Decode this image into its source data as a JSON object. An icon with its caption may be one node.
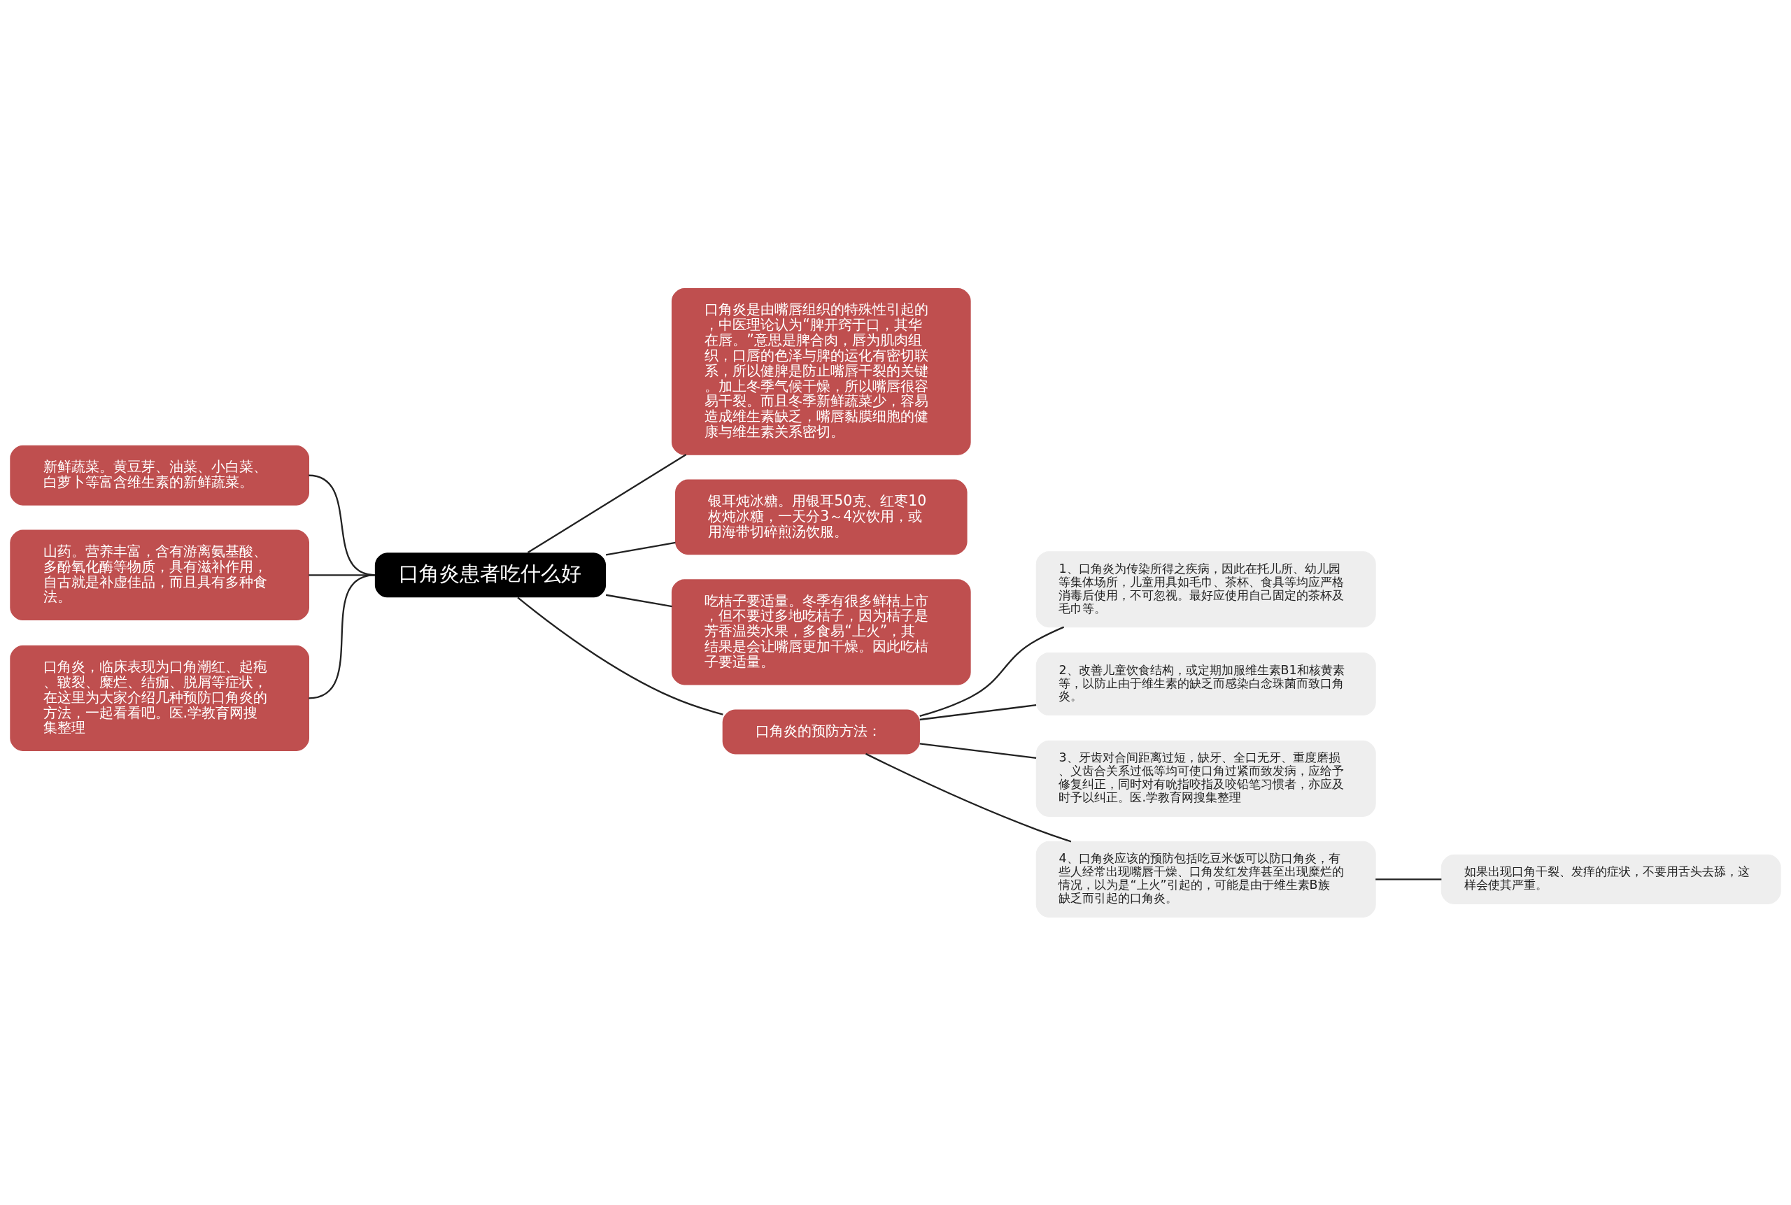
{
  "diagram": {
    "nodes": [
      {
        "text": [
          "口角炎患者吃什么好"
        ]
      },
      {
        "text": [
          "新鲜蔬菜。黄豆芽、油菜、小白菜、白萝卜等富含维生素的新鲜蔬菜。"
        ]
      },
      {
        "text": [
          "山药。营养丰富，含有游离氨基酸、多酚氧化酶等物质，具有滋补作用，自古就是补虚佳品，而且具有多种食法。"
        ]
      },
      {
        "text": [
          "口角炎，临床表现为口角潮红、起疱、皲裂、糜烂、结痂、脱屑等症状，在这里为大家介绍几种预防口角炎的方法，一起看看吧。医.学教育网搜集整理"
        ]
      },
      {
        "text": [
          "口角炎是由嘴唇组织的特殊性引起的，中医理论认为“脾开窍于口，其华在唇。”意思是脾合肉，唇为肌肉组织，口唇的色泽与脾的运化有密切联系，所以健脾是防止嘴唇干裂的关键。加上冬季气候干燥，所以嘴唇很容易干裂。而且冬季新鲜蔬菜少，容易造成维生素缺乏，嘴唇黏膜细胞的健康与维生素关系密切。"
        ]
      },
      {
        "text": [
          "银耳炖冰糖。用银耳50克、红枣10枚炖冰糖，一天分3～4次饮用，或用海带切碎煎汤饮服。"
        ]
      },
      {
        "text": [
          "吃桔子要适量。冬季有很多鲜桔上市，但不要过多地吃桔子，因为桔子是芳香温类水果，多食易“上火”，其结果是会让嘴唇更加干燥。因此吃桔子要适量。"
        ]
      },
      {
        "text": [
          "口角炎的预防方法："
        ]
      },
      {
        "text": [
          "1、口角炎为传染所得之疾病，因此在托儿所、幼儿园等集体场所，儿童用具如毛巾、茶杯、食具等均应严格消毒后使用，不可忽视。最好应使用自己固定的茶杯及毛巾等。"
        ]
      },
      {
        "text": [
          "2、改善儿童饮食结构，或定期加服维生素B1和核黄素等，以防止由于维生素的缺乏而感染白念珠菌而致口角炎。"
        ]
      },
      {
        "text": [
          "3、牙齿对合间距离过短，缺牙、全口无牙、重度磨损、义齿合关系过低等均可使口角过紧而致发病，应给予修复纠正，同时对有吮指咬指及咬铅笔习惯者，亦应及时予以纠正。医.学教育网搜集整理"
        ]
      },
      {
        "text": [
          "4、口角炎应该的预防包括吃豆米饭可以防口角炎，有些人经常出现嘴唇干燥、口角发红发痒甚至出现糜烂的情况，以为是“上火”引起的，可能是由于维生素B族缺乏而引起的口角炎。"
        ]
      },
      {
        "text": [
          "如果出现口角干裂、发痒的症状，不要用舌头去舔，这样会使其严重。"
        ]
      }
    ],
    "edges": [
      {
        "from": 0,
        "to": 1,
        "arrow": "none"
      },
      {
        "from": 0,
        "to": 2,
        "arrow": "none"
      },
      {
        "from": 0,
        "to": 3,
        "arrow": "none"
      },
      {
        "from": 0,
        "to": 4,
        "arrow": "none"
      },
      {
        "from": 0,
        "to": 5,
        "arrow": "none"
      },
      {
        "from": 0,
        "to": 6,
        "arrow": "none"
      },
      {
        "from": 0,
        "to": 7,
        "arrow": "none"
      },
      {
        "from": 7,
        "to": 8,
        "arrow": "none"
      },
      {
        "from": 7,
        "to": 9,
        "arrow": "none"
      },
      {
        "from": 7,
        "to": 10,
        "arrow": "none"
      },
      {
        "from": 7,
        "to": 11,
        "arrow": "none"
      },
      {
        "from": 11,
        "to": 12,
        "arrow": "none"
      }
    ]
  }
}
